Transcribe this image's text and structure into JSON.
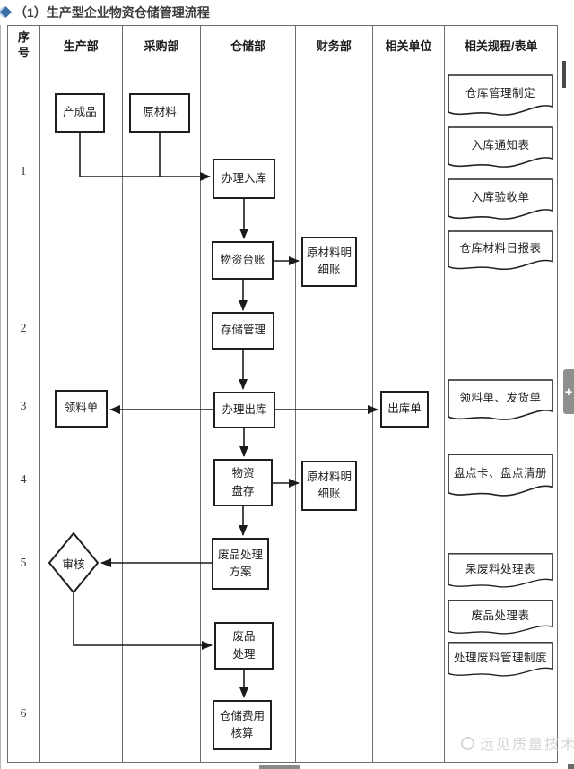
{
  "page": {
    "title": "（1）生产型企业物资仓储管理流程",
    "watermark": "远见质量技术",
    "plus_label": "+"
  },
  "colors": {
    "bullet_accent": "#3a6ea5",
    "flow_line": "#1a1a1a",
    "table_border": "#6e6e6e",
    "watermark_gray": "#d6d6d6"
  },
  "table": {
    "headers": [
      "序号",
      "生产部",
      "采购部",
      "仓储部",
      "财务部",
      "相关单位",
      "相关规程/表单"
    ],
    "row_numbers": [
      "1",
      "2",
      "3",
      "4",
      "5",
      "6"
    ]
  },
  "flow": {
    "nodes": {
      "finished_goods": "产成品",
      "raw_material": "原材料",
      "inbound": "办理入库",
      "ledger": "物资台账",
      "raw_detail_1": "原材料明\n细账",
      "storage": "存储管理",
      "requisition": "领料单",
      "outbound": "办理出库",
      "outbound_order": "出库单",
      "inventory": "物资\n盘存",
      "raw_detail_2": "原材料明\n细账",
      "review": "审核",
      "scrap_plan": "废品处理\n方案",
      "scrap_handle": "废品\n处理",
      "cost_accounting": "仓储费用\n核算"
    },
    "documents": [
      "仓库管理制定",
      "入库通知表",
      "入库验收单",
      "仓库材料日报表",
      "领料单、发货单",
      "盘点卡、盘点清册",
      "呆废料处理表",
      "废品处理表",
      "处理废料管理制度"
    ]
  }
}
